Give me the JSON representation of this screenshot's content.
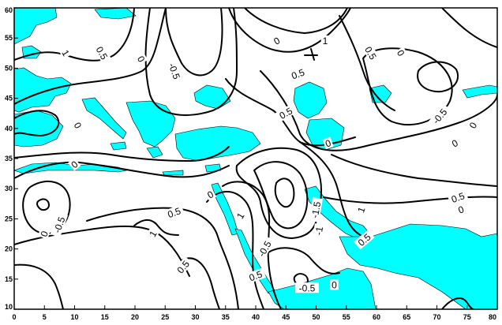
{
  "map": {
    "colors": {
      "land": "#00ffff",
      "sea": "#ffffff",
      "contour": "#000000",
      "frame": "#000000"
    },
    "lon_range": [
      0,
      80
    ],
    "lat_range": [
      10,
      60
    ],
    "x_ticks": [
      "0",
      "5",
      "10",
      "15",
      "20",
      "25",
      "30",
      "35",
      "40",
      "45",
      "50",
      "55",
      "60",
      "65",
      "70",
      "75",
      "80"
    ],
    "y_ticks": [
      "10",
      "15",
      "20",
      "25",
      "30",
      "35",
      "40",
      "45",
      "50",
      "55",
      "60"
    ],
    "contour_labels": [
      {
        "text": "0.5",
        "lon": 14.5,
        "lat": 52.5,
        "rot": 60
      },
      {
        "text": "1",
        "lon": 8.5,
        "lat": 52.5,
        "rot": 60
      },
      {
        "text": "0",
        "lon": 21,
        "lat": 51.5,
        "rot": 60
      },
      {
        "text": "-0.5",
        "lon": 26.5,
        "lat": 49.5,
        "rot": 70
      },
      {
        "text": "0",
        "lon": 43.5,
        "lat": 54.5,
        "rot": -30
      },
      {
        "text": "0.5",
        "lon": 47,
        "lat": 49,
        "rot": -20
      },
      {
        "text": "1",
        "lon": 51.5,
        "lat": 54.5,
        "rot": 0
      },
      {
        "text": "0.5",
        "lon": 59,
        "lat": 52.5,
        "rot": 60
      },
      {
        "text": "0",
        "lon": 64,
        "lat": 52.5,
        "rot": 60
      },
      {
        "text": "-0.5",
        "lon": 70.5,
        "lat": 42,
        "rot": -50
      },
      {
        "text": "0",
        "lon": 76,
        "lat": 40.5,
        "rot": -60
      },
      {
        "text": "0",
        "lon": 73,
        "lat": 37.5,
        "rot": -30
      },
      {
        "text": "0.5",
        "lon": 45,
        "lat": 42.5,
        "rot": -30
      },
      {
        "text": "0",
        "lon": 52,
        "lat": 37.5,
        "rot": -20
      },
      {
        "text": "0",
        "lon": 10.5,
        "lat": 40.5,
        "rot": 60
      },
      {
        "text": "0",
        "lon": 10,
        "lat": 34,
        "rot": -40
      },
      {
        "text": "0",
        "lon": 32.5,
        "lat": 29,
        "rot": -30
      },
      {
        "text": "0.5",
        "lon": 26.5,
        "lat": 26,
        "rot": -20
      },
      {
        "text": "1",
        "lon": 37.5,
        "lat": 25.5,
        "rot": -60
      },
      {
        "text": "-0.5",
        "lon": 7.5,
        "lat": 24,
        "rot": -70
      },
      {
        "text": "0",
        "lon": 5,
        "lat": 22.5,
        "rot": -70
      },
      {
        "text": "1",
        "lon": 23,
        "lat": 22.5,
        "rot": -60
      },
      {
        "text": "-0.5",
        "lon": 41.5,
        "lat": 20,
        "rot": -60
      },
      {
        "text": "-1.5",
        "lon": 50,
        "lat": 26.5,
        "rot": -80
      },
      {
        "text": "-1",
        "lon": 50.5,
        "lat": 23,
        "rot": -80
      },
      {
        "text": "0.5",
        "lon": 58,
        "lat": 21.5,
        "rot": -40
      },
      {
        "text": "1",
        "lon": 57.5,
        "lat": 26.5,
        "rot": -70
      },
      {
        "text": "0.5",
        "lon": 73.5,
        "lat": 28.5,
        "rot": -20
      },
      {
        "text": "0",
        "lon": 74,
        "lat": 26.5,
        "rot": -20
      },
      {
        "text": "0.5",
        "lon": 28,
        "lat": 17,
        "rot": -50
      },
      {
        "text": "0.5",
        "lon": 40,
        "lat": 15.5,
        "rot": -20
      },
      {
        "text": "-0.5",
        "lon": 48.5,
        "lat": 13.5,
        "rot": 0
      },
      {
        "text": "0",
        "lon": 53,
        "lat": 14,
        "rot": 0
      }
    ]
  }
}
